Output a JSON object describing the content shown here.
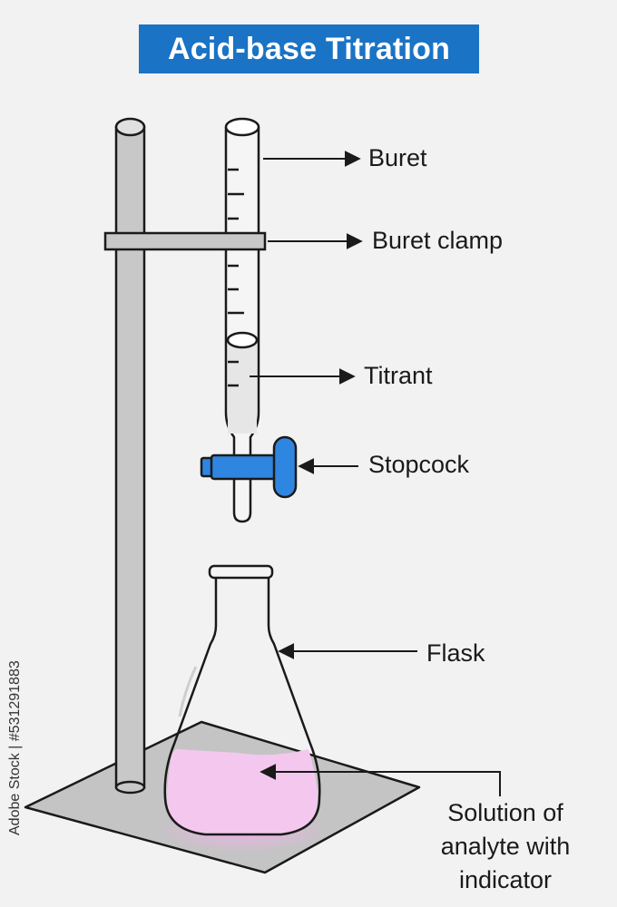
{
  "title": "Acid-base Titration",
  "labels": {
    "buret": "Buret",
    "buret_clamp": "Buret clamp",
    "titrant": "Titrant",
    "stopcock": "Stopcock",
    "flask": "Flask",
    "solution_line1": "Solution of",
    "solution_line2": "analyte with",
    "solution_line3": "indicator"
  },
  "watermark": "Adobe Stock | #531291883",
  "colors": {
    "title_bg": "#1a73c4",
    "stopcock": "#2f86e0",
    "solution": "#f4c8ee",
    "stand": "#c8c8c8",
    "base": "#c4c4c4"
  }
}
